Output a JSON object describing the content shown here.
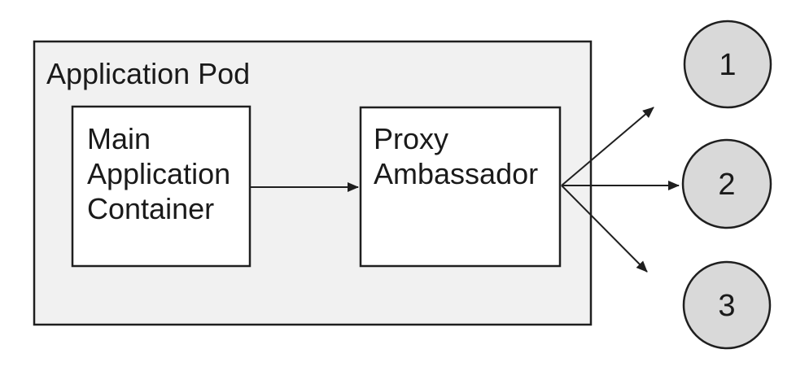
{
  "pod": {
    "label": "Application Pod"
  },
  "nodes": {
    "main": {
      "id": "main-application-container",
      "lines": [
        "Main",
        "Application",
        "Container"
      ]
    },
    "proxy": {
      "id": "proxy-ambassador",
      "lines": [
        "Proxy",
        "Ambassador"
      ]
    }
  },
  "endpoints": [
    {
      "label": "1"
    },
    {
      "label": "2"
    },
    {
      "label": "3"
    }
  ],
  "connections": [
    {
      "from": "main-application-container",
      "to": "proxy-ambassador"
    },
    {
      "from": "proxy-ambassador",
      "to": "endpoint-1"
    },
    {
      "from": "proxy-ambassador",
      "to": "endpoint-2"
    },
    {
      "from": "proxy-ambassador",
      "to": "endpoint-3"
    }
  ],
  "colors": {
    "pod_fill": "#f1f1f1",
    "node_fill": "#ffffff",
    "endpoint_fill": "#d9d9d9",
    "stroke": "#1f1f1f",
    "text": "#1a1a1a",
    "background": "#ffffff"
  }
}
